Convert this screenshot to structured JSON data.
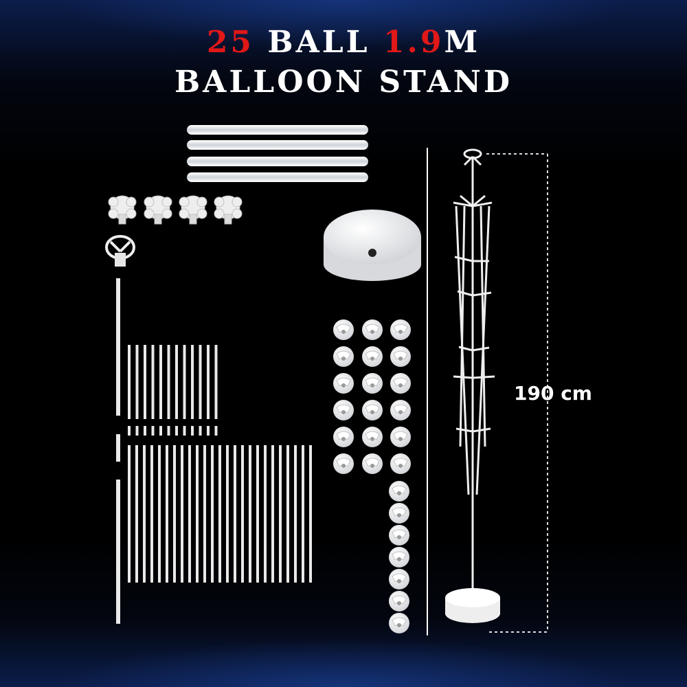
{
  "title": {
    "line1": {
      "num": "25",
      "word": "BALL",
      "size_num": "1.9",
      "size_unit": "M"
    },
    "line2": "BALLOON STAND"
  },
  "height_label": "190 cm",
  "colors": {
    "accent": "#e01818",
    "parts": "#f2f2f2",
    "background": "#000000"
  }
}
